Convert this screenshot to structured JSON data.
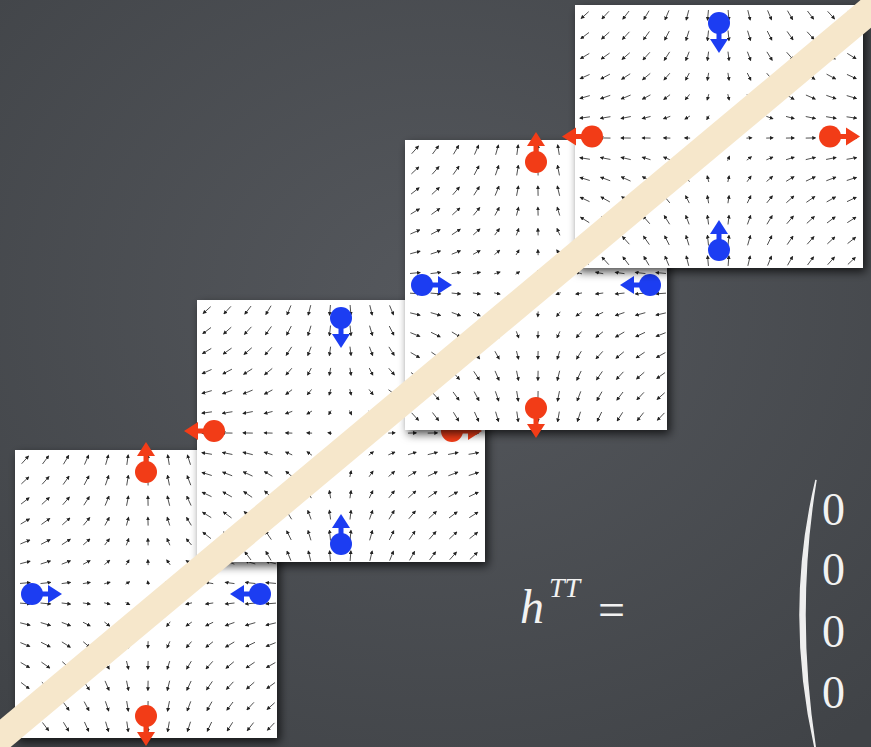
{
  "diagram": {
    "labels": [
      "h",
      "TT",
      "=",
      "0",
      "0",
      "0",
      "0"
    ]
  }
}
